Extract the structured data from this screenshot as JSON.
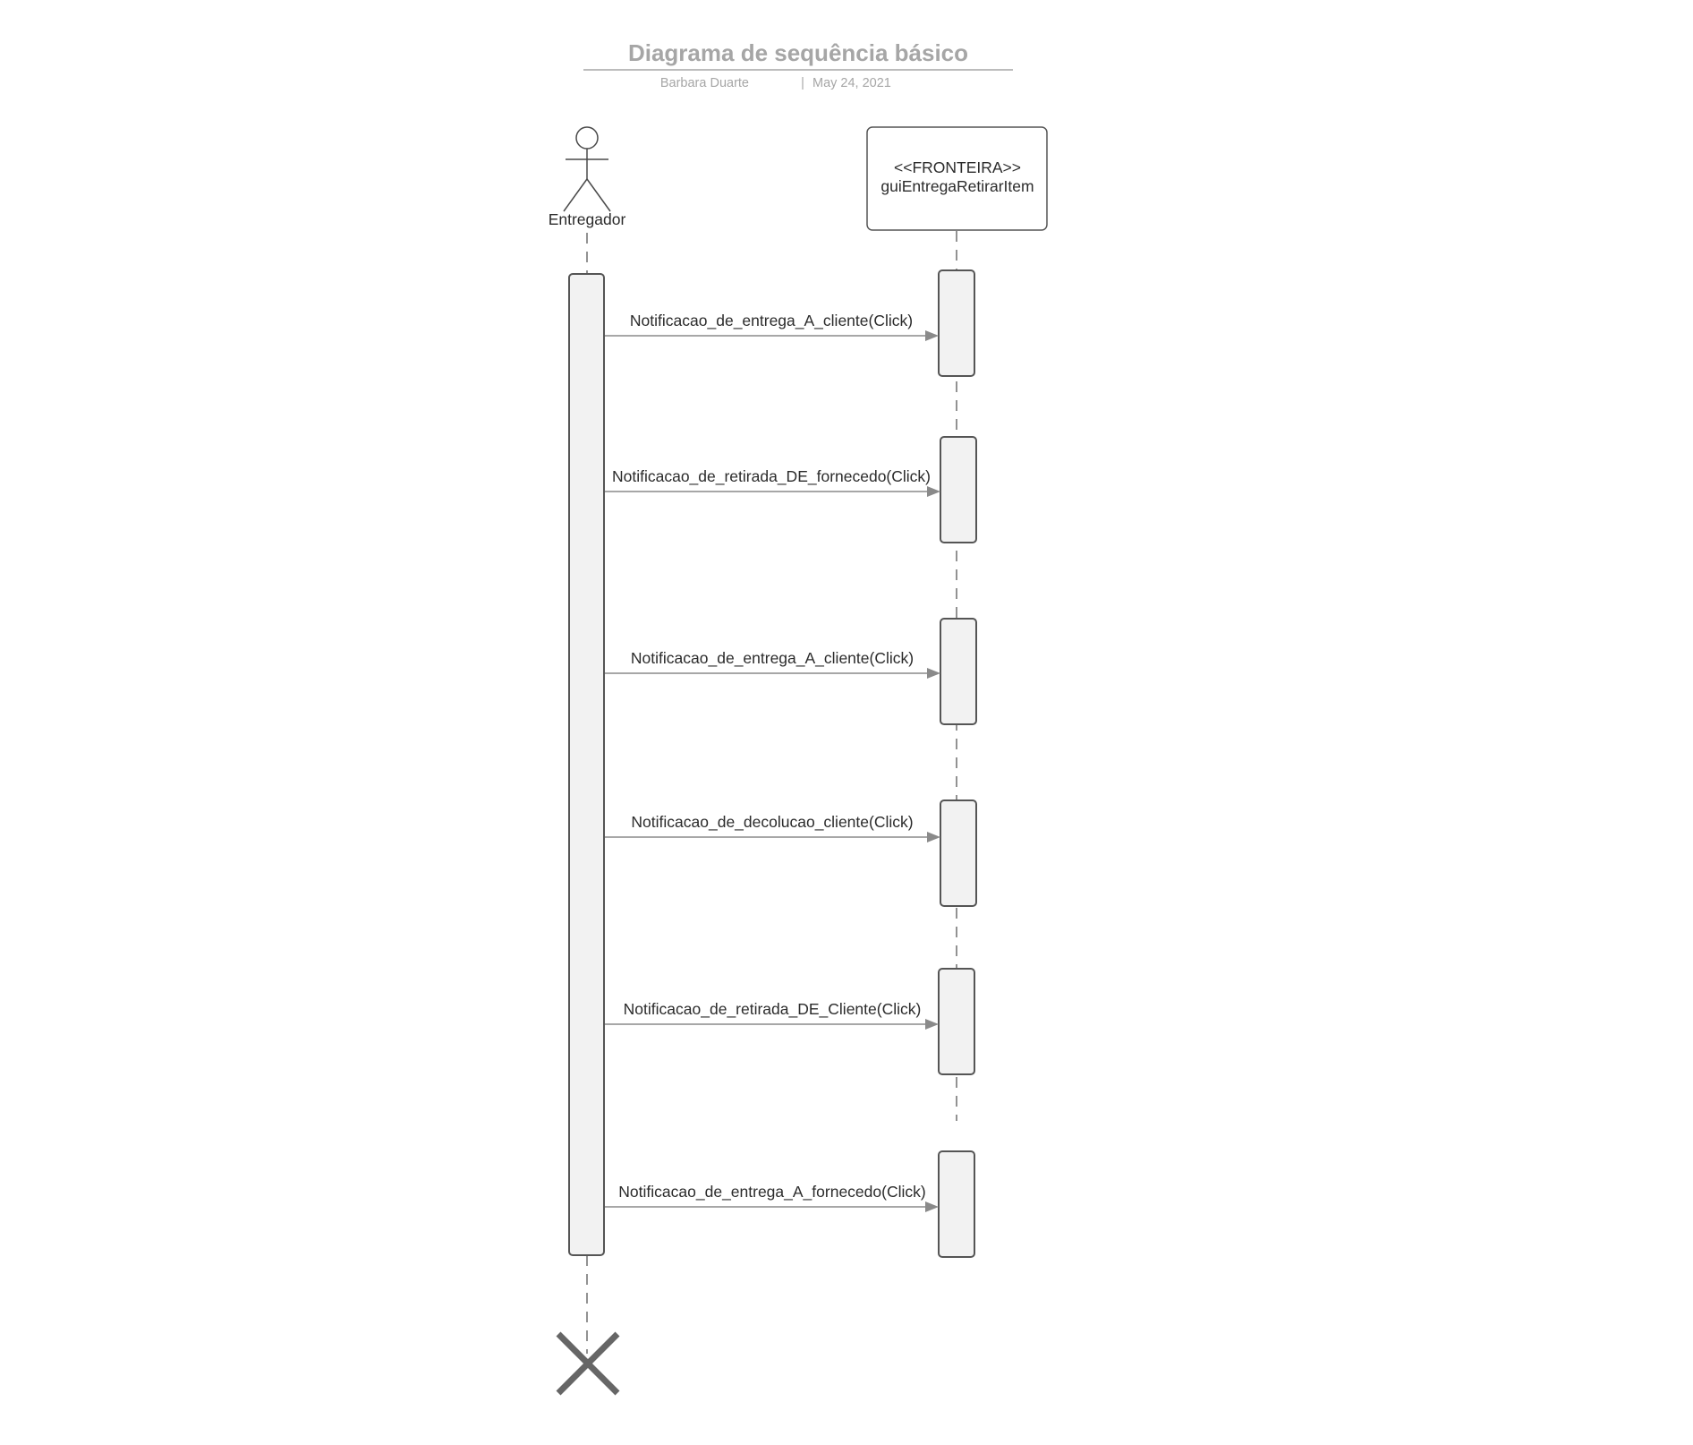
{
  "header": {
    "title": "Diagrama de sequência básico",
    "author": "Barbara Duarte",
    "separator": "|",
    "date": "May 24, 2021"
  },
  "actor": {
    "name": "Entregador"
  },
  "boundary": {
    "stereotype": "<<FRONTEIRA>>",
    "name": "guiEntregaRetirarItem"
  },
  "messages": [
    {
      "label": "Notificacao_de_entrega_A_cliente(Click)"
    },
    {
      "label": "Notificacao_de_retirada_DE_fornecedo(Click)"
    },
    {
      "label": "Notificacao_de_entrega_A_cliente(Click)"
    },
    {
      "label": "Notificacao_de_decolucao_cliente(Click)"
    },
    {
      "label": "Notificacao_de_retirada_DE_Cliente(Click)"
    },
    {
      "label": "Notificacao_de_entrega_A_fornecedo(Click)"
    }
  ],
  "colors": {
    "title": "#a6a6a6",
    "activation_fill": "#f2f2f2",
    "activation_stroke": "#555555",
    "message_line": "#8a8a8a",
    "destroy_mark": "#666666"
  }
}
